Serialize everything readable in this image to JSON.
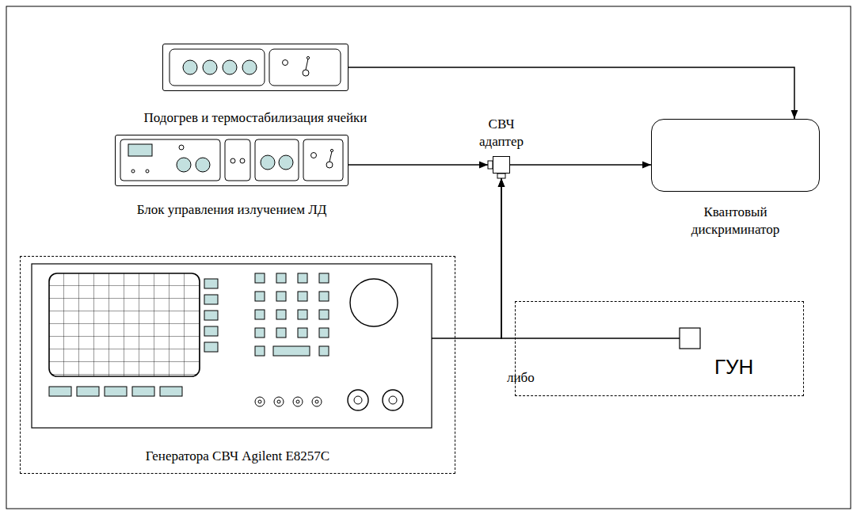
{
  "diagram": {
    "nodes": [
      {
        "text": [
          "Подогрев и термостабилизация ячейки"
        ]
      },
      {
        "text": [
          "Блок управления излучением ЛД"
        ]
      },
      {
        "text": [
          "СВЧ адаптер"
        ]
      },
      {
        "text": [
          "Квантовый дискриминатор"
        ]
      },
      {
        "text": [
          "Генератора СВЧ Agilent E8257C"
        ]
      },
      {
        "text": [
          "ГУН"
        ]
      }
    ],
    "edges": [
      {
        "from": 0,
        "to": 3,
        "arrow": "to"
      },
      {
        "from": 1,
        "to": 2,
        "arrow": "to"
      },
      {
        "from": 2,
        "to": 3,
        "arrow": "to"
      },
      {
        "from": 4,
        "to": 2,
        "arrow": "to"
      },
      {
        "from": 5,
        "to": 2,
        "arrow": "to"
      }
    ],
    "labels": [
      "либо"
    ]
  }
}
